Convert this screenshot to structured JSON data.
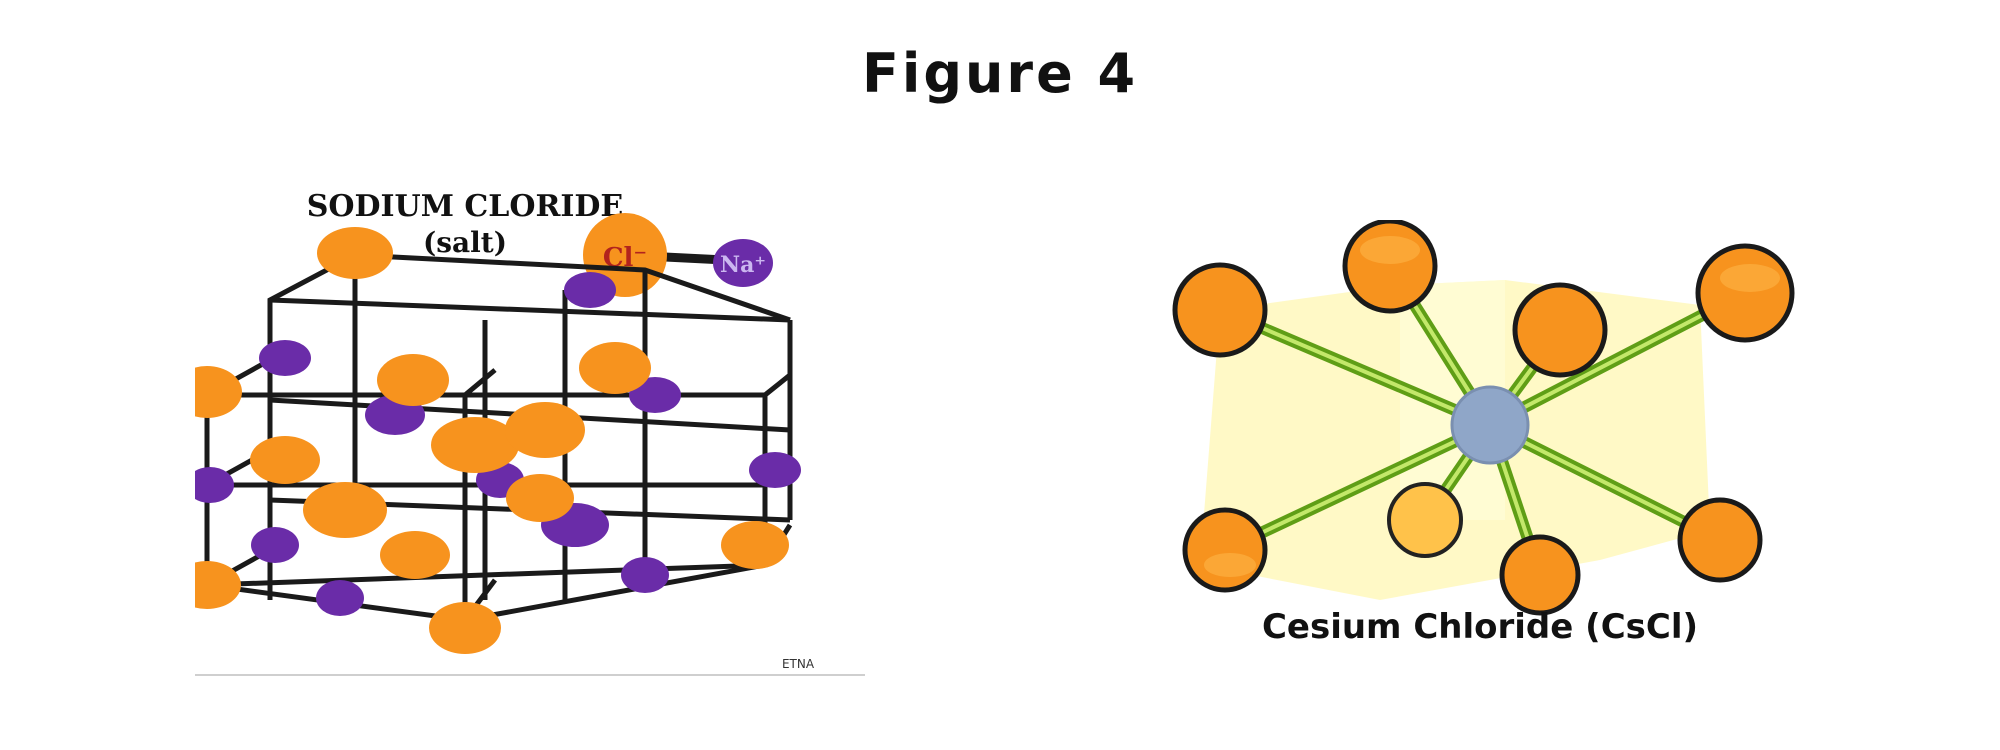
{
  "figure": {
    "title": "Figure 4"
  },
  "nacl": {
    "title_line1": "SODIUM CLORIDE",
    "title_line2": "(salt)",
    "cl_label": "Cl⁻",
    "na_label": "Na⁺",
    "watermark": "ETNA",
    "colors": {
      "cl": "#f7931e",
      "na": "#6a2ca8",
      "bond": "#1a1a1a"
    }
  },
  "cscl": {
    "caption": "Cesium Chloride (CsCl)",
    "colors": {
      "cl": "#f7931e",
      "cs": "#8fa6c8",
      "bond": "#7bbf2a",
      "cube": "#fff7b8"
    }
  }
}
